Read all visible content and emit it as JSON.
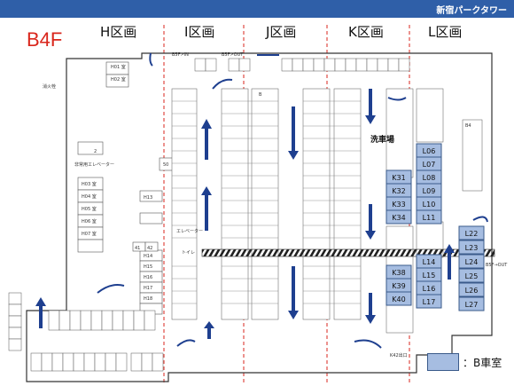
{
  "header": {
    "brand": "新宿パークタワー"
  },
  "floor": "B4F",
  "sections": [
    "H区画",
    "I区画",
    "J区画",
    "K区画",
    "L区画"
  ],
  "small_labels": {
    "exit_i": "B5F↗IN",
    "exit_j": "B5F↗OUT",
    "elev_h": "非常用エレベーター",
    "elev_i": "エレベーター",
    "toilet": "トイレ",
    "wash": "洗車場",
    "fire": "消火栓",
    "b3": "B",
    "b4": "B4",
    "r_h01": "H01 室",
    "r_h02": "H02 室",
    "r_h03": "H03 室",
    "r_h04": "H04 室",
    "r_h05": "H05 室",
    "r_h06": "H06 室",
    "r_h07": "H07 室",
    "h13": "H13",
    "h14": "H14",
    "h15": "H15",
    "h16": "H16",
    "h17": "H17",
    "h18": "H18",
    "n41": "41",
    "n42": "42",
    "n2": "2",
    "n50": "50",
    "out_sign": "B5F→OUT",
    "k_in": "K42出口"
  },
  "colors": {
    "room": "#a6bde1",
    "room_border": "#3a5a8a",
    "accent": "#2f5fa8",
    "red": "#d9261c",
    "arrow": "#1e3f8f"
  },
  "rooms": {
    "left_col": [
      "L06",
      "L07",
      "L08",
      "L09",
      "L10",
      "L11"
    ],
    "k_col": [
      "K31",
      "K32",
      "K33",
      "K34"
    ],
    "right_col": [
      "L22",
      "L23",
      "L24",
      "L25",
      "L26",
      "L27"
    ],
    "lower_k": [
      "K38",
      "K39",
      "K40"
    ],
    "lower_l": [
      "L14",
      "L15",
      "L16",
      "L17"
    ]
  },
  "legend": {
    "label": "：B車室"
  }
}
